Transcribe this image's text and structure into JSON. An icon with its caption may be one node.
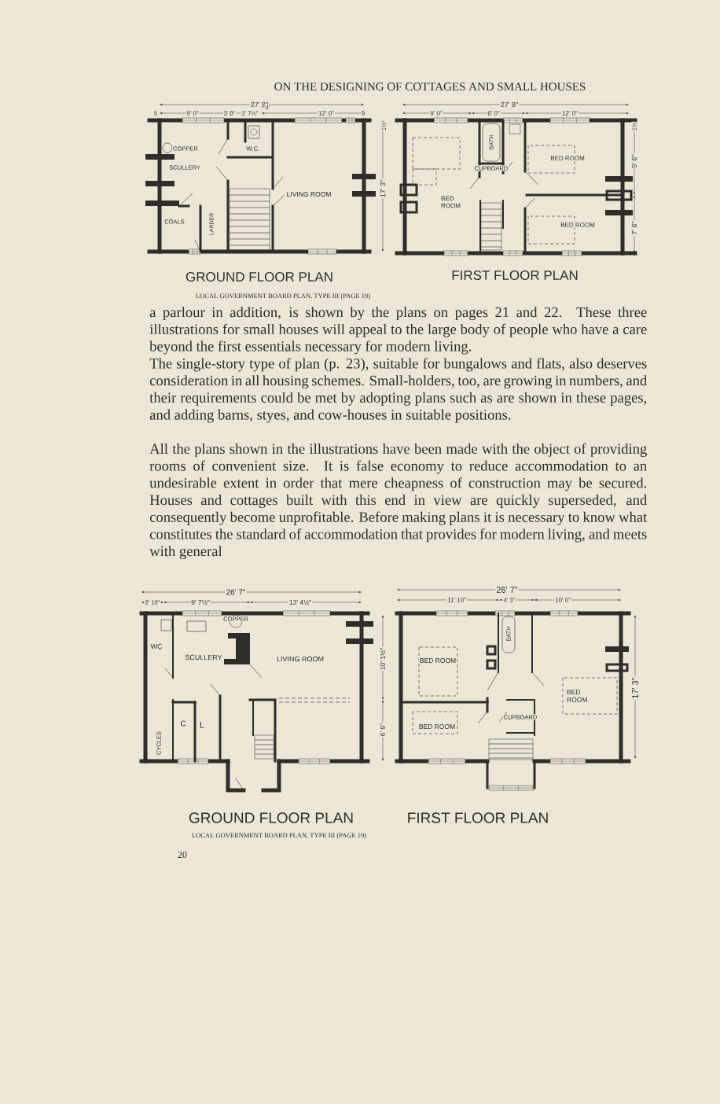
{
  "diagram": {
    "title": "ON THE DESIGNING OF COTTAGES AND SMALL HOUSES",
    "labels": [
      "27' 9\"",
      "5",
      "9' 0\"",
      "3' 0\"",
      "2' 7½\"",
      "4\"",
      "12' 0\"",
      "9",
      "1½",
      "17' 3\"",
      "COPPER",
      "W.C.",
      "SCULLERY",
      "LIVING ROOM",
      "COALS",
      "LARDER",
      "27' 9\"",
      "9' 0\"",
      "6' 0\"",
      "12' 0\"",
      "1½",
      "9' 6\"",
      "7' 6\"",
      "BATH",
      "CUPBOARD",
      "BED ROOM",
      "BED ROOM",
      "BED ROOM",
      "GROUND FLOOR PLAN",
      "FIRST FLOOR PLAN",
      "LOCAL GOVERNMENT BOARD PLAN, TYPE III (PAGE 19)",
      "a parlour in addition, is shown by the plans on pages 21 and 22. These three illustrations for small houses will appeal to the large body of people who have a care beyond the first essentials necessary for modern living.",
      "The single-story type of plan (p. 23), suitable for bungalows and flats, also deserves consideration in all housing schemes. Small-holders, too, are growing in numbers, and their requirements could be met by adopting plans such as are shown in these pages, and adding barns, styes, and cow-houses in suitable positions.",
      "All the plans shown in the illustrations have been made with the object of providing rooms of convenient size. It is false economy to reduce accommodation to an undesirable extent in order that mere cheapness of construction may be secured. Houses and cottages built with this end in view are quickly superseded, and consequently become unprofitable. Before making plans it is necessary to know what constitutes the standard of accommodation that provides for modern living, and meets with general",
      "26' 7\"",
      "2' 10\"",
      "9' 7½\"",
      "13' 4½\"",
      "10' 1½\"",
      "6' 9\"",
      "COPPER",
      "WC",
      "SCULLERY",
      "LIVING ROOM",
      "C",
      "L",
      "CYCLES",
      "26' 7\"",
      "11' 10\"",
      "4' 3\"",
      "10' 0\"",
      "17' 3\"",
      "BATH",
      "BED ROOM",
      "CUPBOARD",
      "BED ROOM",
      "BED ROOM",
      "GROUND FLOOR PLAN",
      "FIRST FLOOR PLAN",
      "LOCAL GOVERNMENT BOARD PLAN, TYPE III (PAGE 19)",
      "20"
    ]
  }
}
